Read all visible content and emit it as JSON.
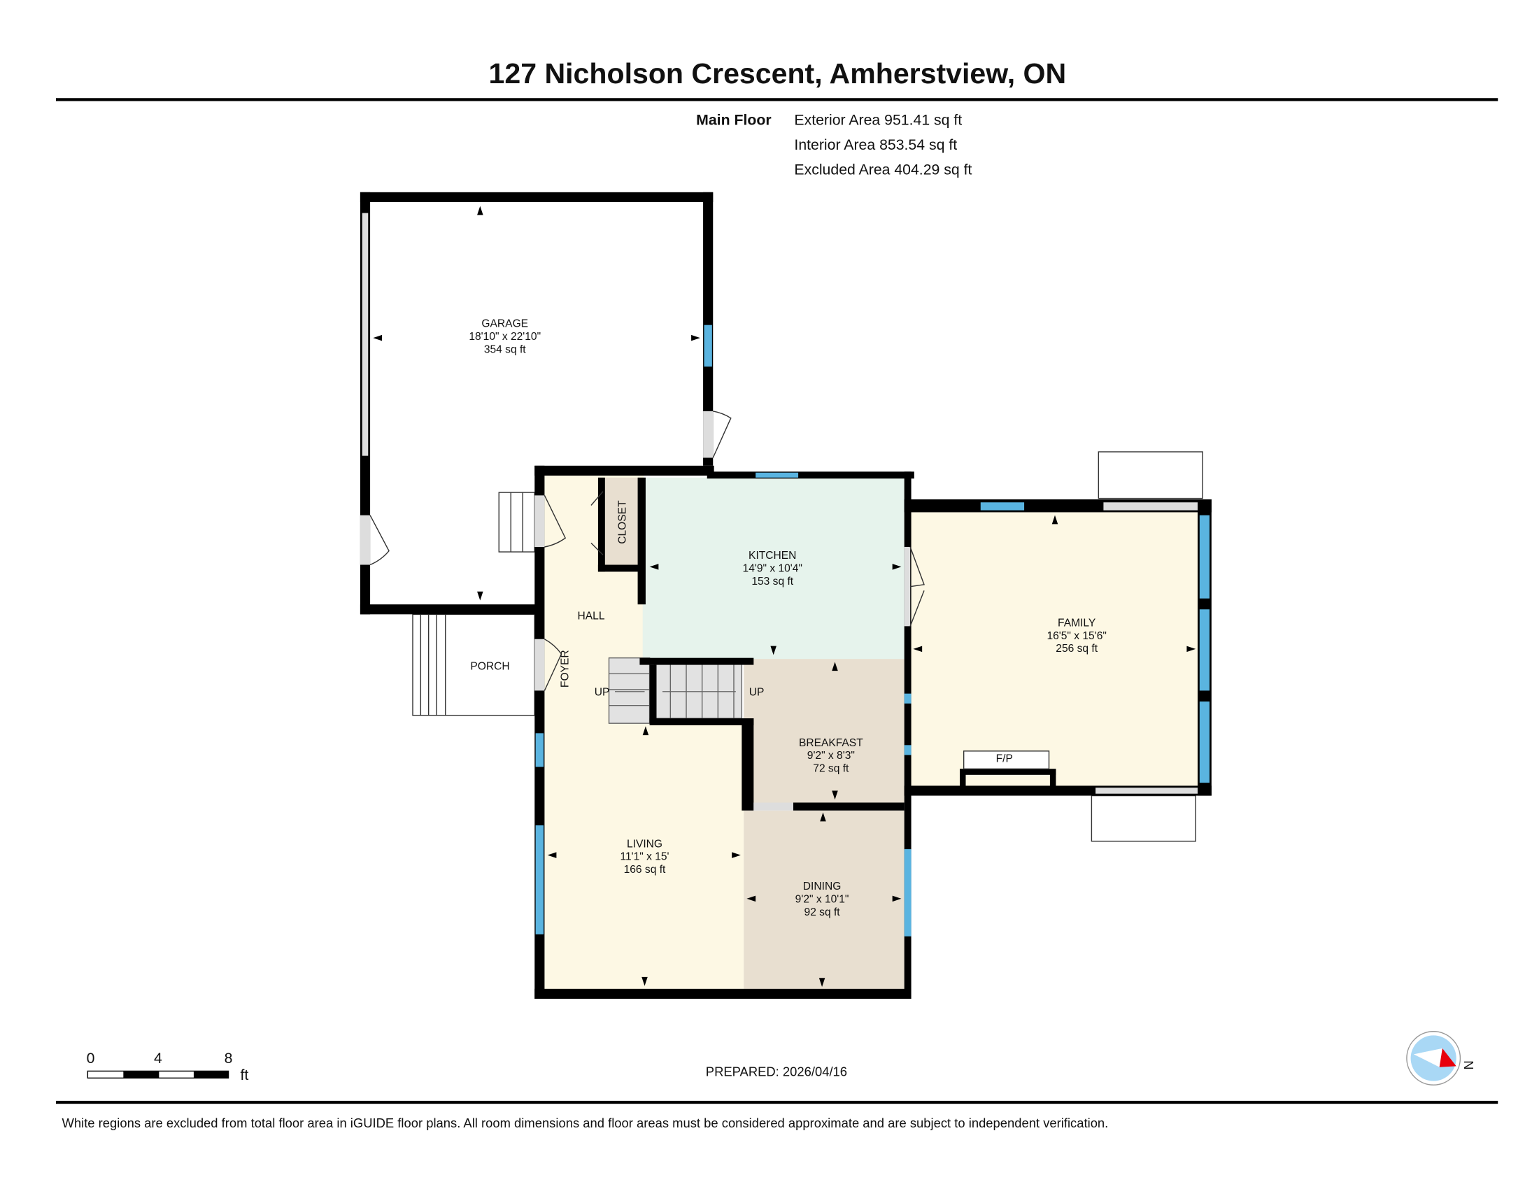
{
  "header": {
    "title": "127 Nicholson Crescent, Amherstview, ON"
  },
  "floor_info": {
    "floor_label": "Main Floor",
    "exterior_area": "Exterior Area 951.41 sq ft",
    "interior_area": "Interior Area 853.54 sq ft",
    "excluded_area": "Excluded Area 404.29 sq ft"
  },
  "rooms": {
    "garage": {
      "name": "GARAGE",
      "dims": "18'10\" x 22'10\"",
      "area": "354 sq ft"
    },
    "kitchen": {
      "name": "KITCHEN",
      "dims": "14'9\" x 10'4\"",
      "area": "153 sq ft"
    },
    "family": {
      "name": "FAMILY",
      "dims": "16'5\" x 15'6\"",
      "area": "256 sq ft"
    },
    "breakfast": {
      "name": "BREAKFAST",
      "dims": "9'2\" x 8'3\"",
      "area": "72 sq ft"
    },
    "living": {
      "name": "LIVING",
      "dims": "11'1\" x 15'",
      "area": "166 sq ft"
    },
    "dining": {
      "name": "DINING",
      "dims": "9'2\" x 10'1\"",
      "area": "92 sq ft"
    },
    "closet": {
      "name": "CLOSET"
    },
    "hall": {
      "name": "HALL"
    },
    "foyer": {
      "name": "FOYER"
    },
    "porch": {
      "name": "PORCH"
    },
    "fireplace": {
      "name": "F/P"
    },
    "stairs_up_1": "UP",
    "stairs_up_2": "UP"
  },
  "scale_bar": {
    "labels": [
      "0",
      "4",
      "8"
    ],
    "unit": "ft"
  },
  "prepared": "PREPARED: 2026/04/16",
  "compass": {
    "label": "N"
  },
  "footer": {
    "disclaimer": "White regions are excluded from total floor area in iGUIDE floor plans. All room dimensions and floor areas must be considered approximate and are subject to independent verification."
  },
  "colors": {
    "living": "#fdf8e4",
    "kitchen": "#e6f3ec",
    "breakfast": "#e8dfd0",
    "window": "#5ab4e0"
  }
}
